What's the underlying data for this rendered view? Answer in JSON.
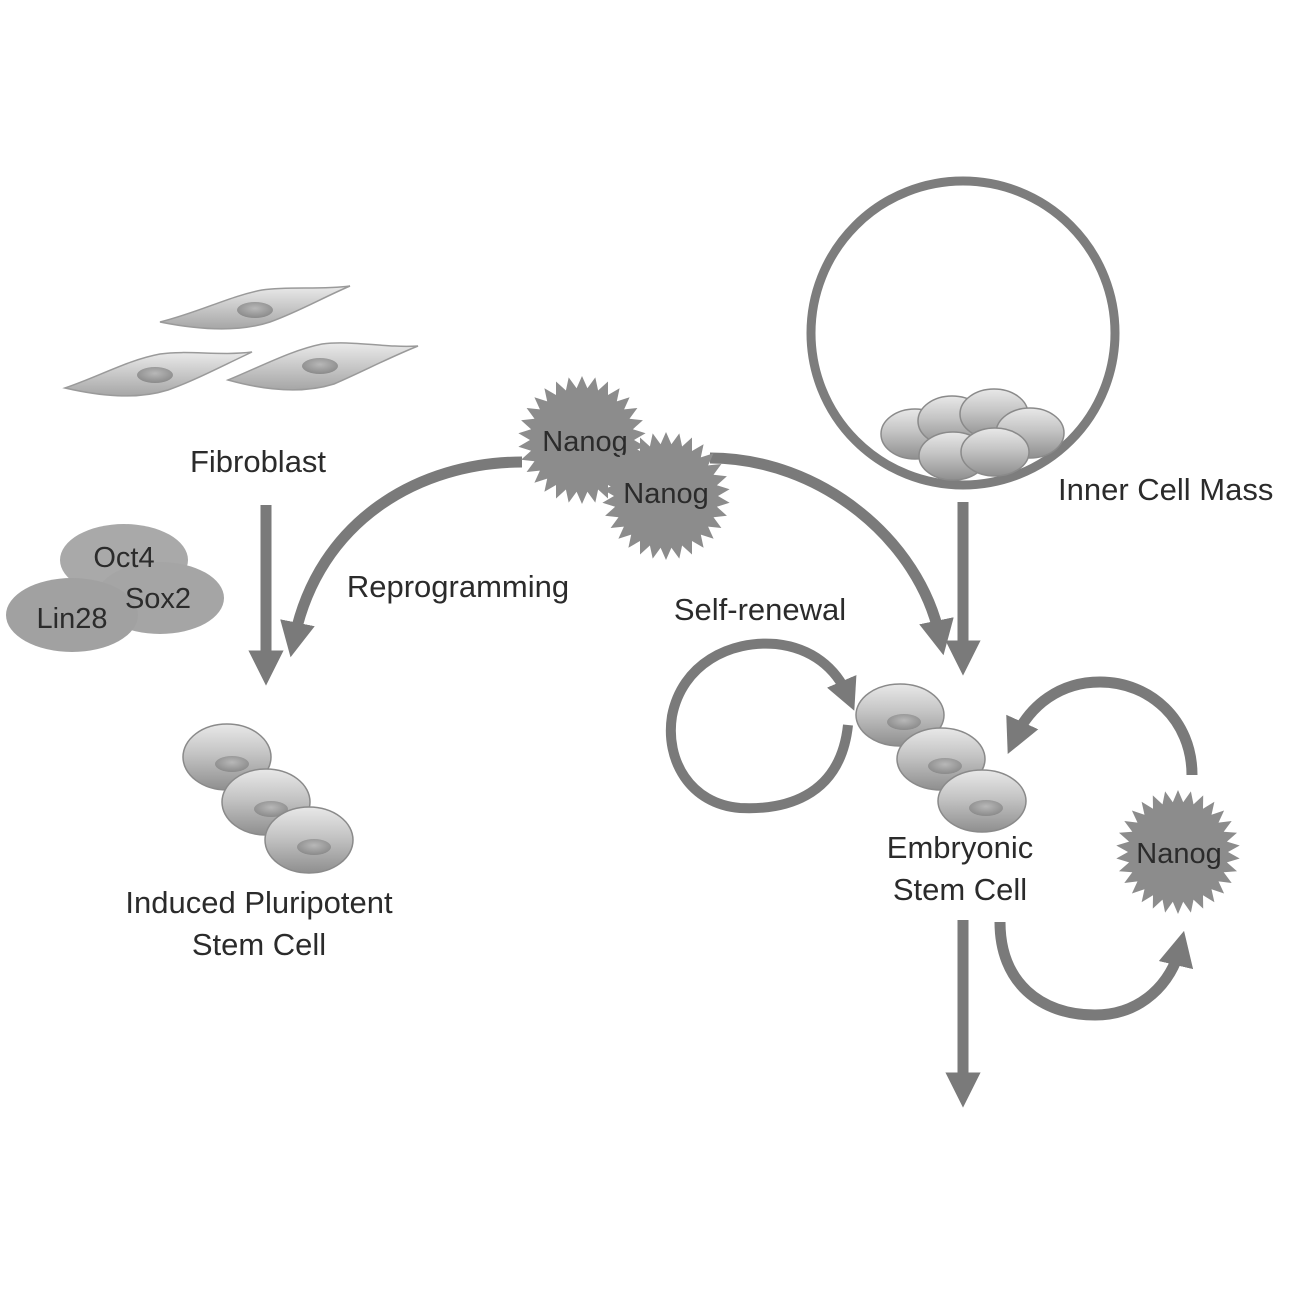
{
  "labels": {
    "fibroblast": "Fibroblast",
    "ipsc_line1": "Induced Pluripotent",
    "ipsc_line2": "Stem Cell",
    "reprogramming": "Reprogramming",
    "self_renewal": "Self-renewal",
    "inner_cell_mass": "Inner Cell Mass",
    "esc_line1": "Embryonic",
    "esc_line2": "Stem Cell"
  },
  "factors": {
    "oct4": "Oct4",
    "sox2": "Sox2",
    "lin28": "Lin28"
  },
  "nanog": {
    "top_a": "Nanog",
    "top_b": "Nanog",
    "right": "Nanog"
  },
  "colors": {
    "arrow": "#7a7a7a",
    "nanog_fill": "#8c8c8c",
    "factor_fill": "#a9a9a9",
    "cell_fill": "#c8c8c8",
    "nucleus_fill": "#9e9e9e",
    "ring_stroke": "#7d7d7d"
  }
}
